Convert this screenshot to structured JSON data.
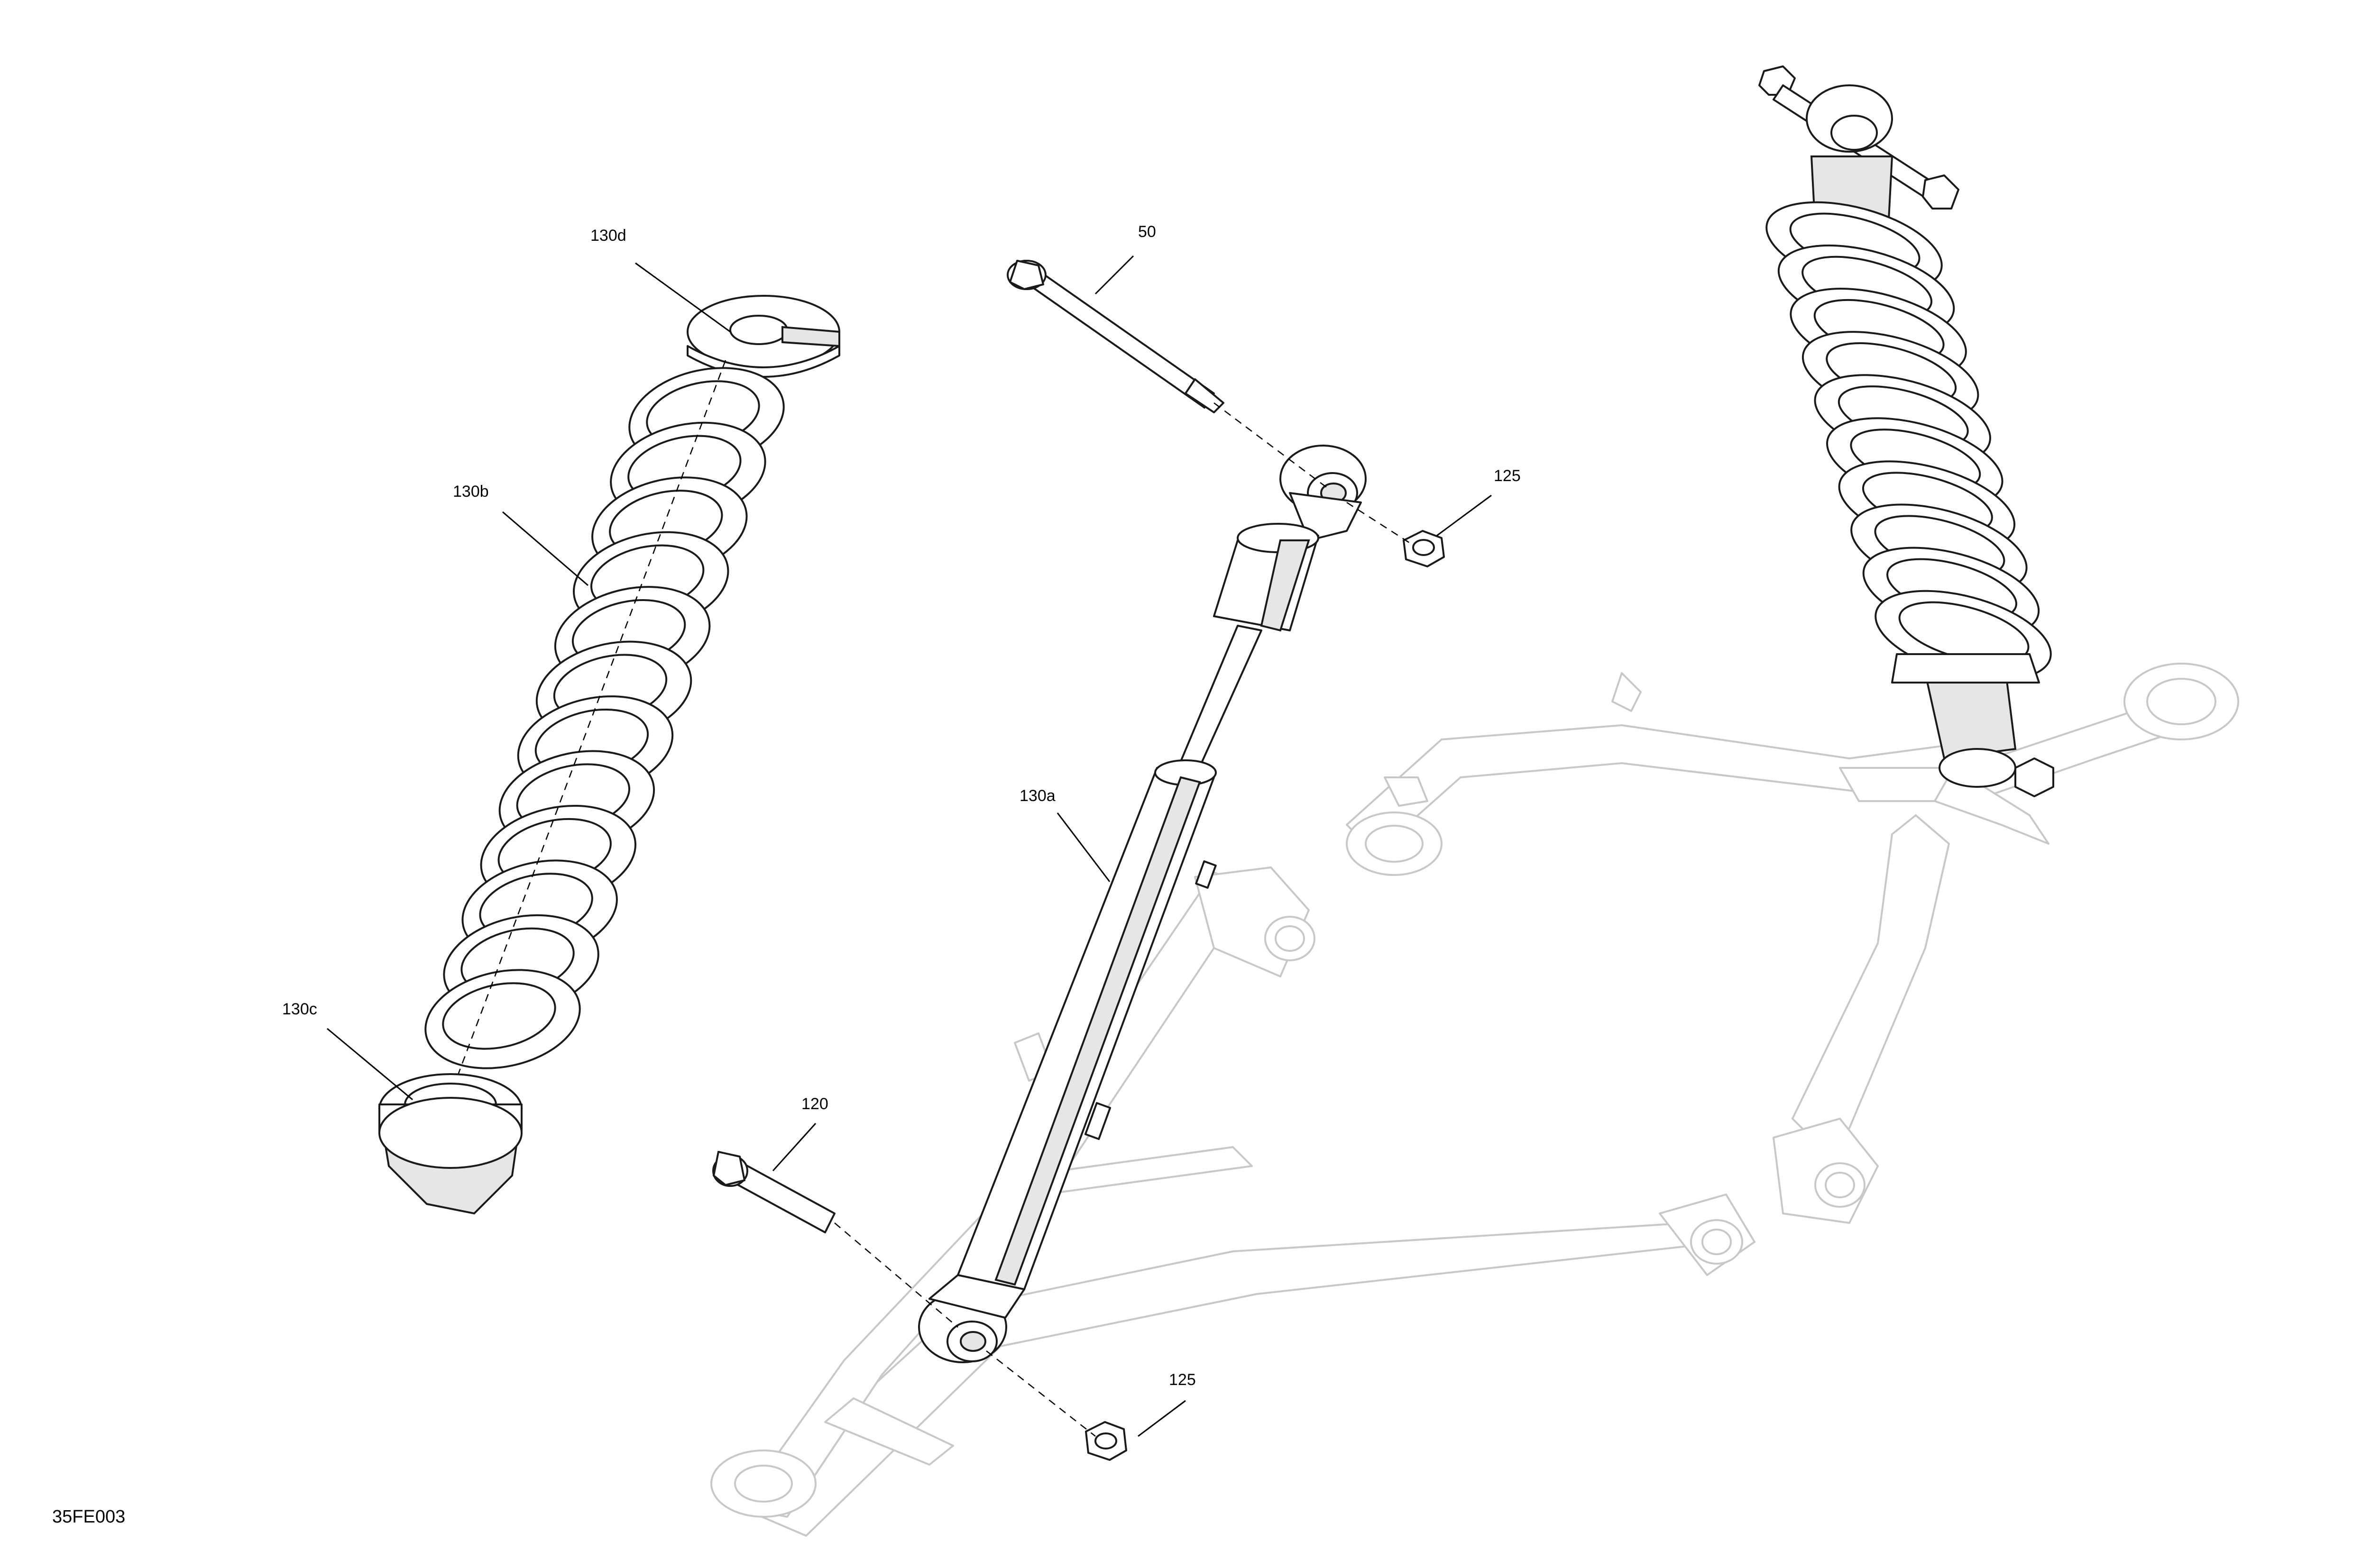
{
  "diagram": {
    "code": "35FE003",
    "callouts": {
      "c130d": "130d",
      "c130b": "130b",
      "c130c": "130c",
      "c50": "50",
      "c125_top": "125",
      "c130a": "130a",
      "c120": "120",
      "c125_bottom": "125"
    }
  },
  "icons": [
    "spring-retainer-icon",
    "coil-spring-icon",
    "spring-seat-icon",
    "bolt-icon",
    "nut-icon",
    "shock-absorber-icon",
    "a-arm-icon",
    "assembled-shock-icon"
  ],
  "colors": {
    "line": "#1a1a1a",
    "ghost": "#c8c8c8",
    "background": "#ffffff"
  }
}
